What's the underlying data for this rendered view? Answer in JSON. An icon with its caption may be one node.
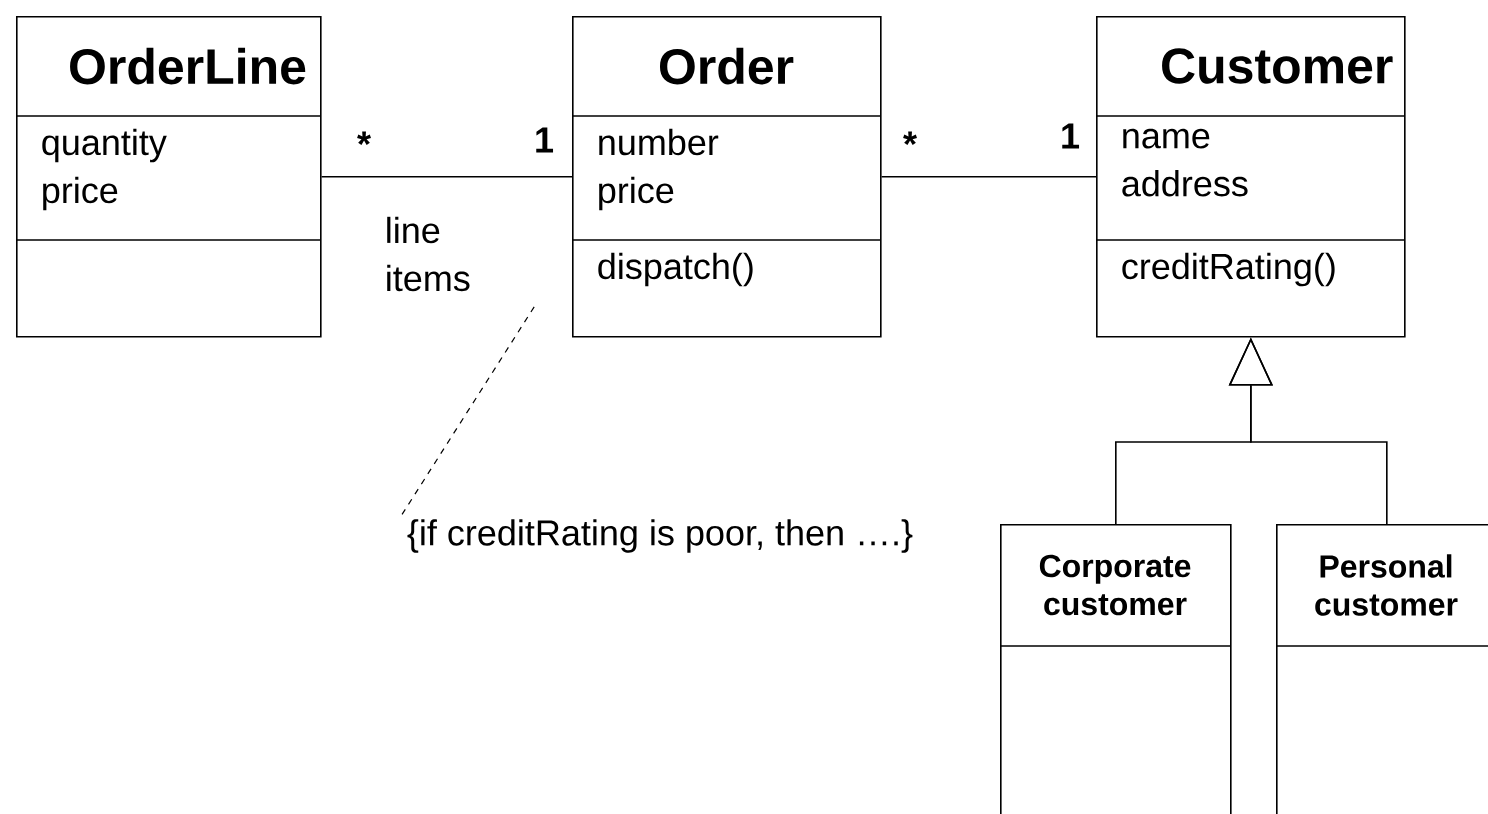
{
  "diagram": {
    "nodes": [
      {
        "text": [
          "OrderLine",
          "quantity price"
        ]
      },
      {
        "text": [
          "Order",
          "number price",
          "dispatch()"
        ]
      },
      {
        "text": [
          "Customer",
          "name address",
          "creditRating()"
        ]
      },
      {
        "text": [
          "Corporate customer"
        ]
      },
      {
        "text": [
          "Personal customer"
        ]
      },
      {
        "text": [
          "{if creditRating is poor, then ….}"
        ]
      }
    ],
    "edges": [
      {
        "from": 0,
        "to": 1,
        "arrow": "none",
        "label": "line items"
      },
      {
        "from": 1,
        "to": 2,
        "arrow": "none"
      },
      {
        "from": 3,
        "to": 2,
        "arrow": "to"
      },
      {
        "from": 4,
        "to": 2,
        "arrow": "to"
      },
      {
        "from": 5,
        "to": null,
        "arrow": "none",
        "style": "dashed"
      }
    ],
    "labels": [
      "*",
      "1",
      "*",
      "1"
    ]
  }
}
